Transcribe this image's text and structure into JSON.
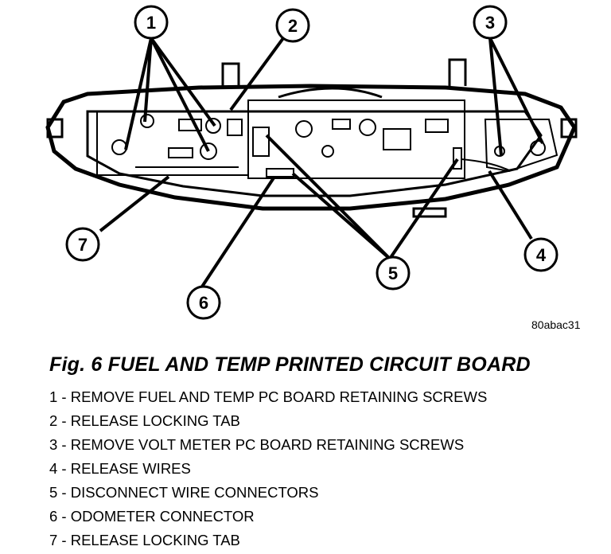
{
  "diagram": {
    "image_id": "80abac31",
    "callouts": [
      {
        "number": "1"
      },
      {
        "number": "2"
      },
      {
        "number": "3"
      },
      {
        "number": "4"
      },
      {
        "number": "5"
      },
      {
        "number": "6"
      },
      {
        "number": "7"
      }
    ]
  },
  "figure": {
    "title": "Fig. 6 FUEL AND TEMP PRINTED CIRCUIT BOARD"
  },
  "legend": [
    "1 - REMOVE FUEL AND TEMP PC BOARD RETAINING SCREWS",
    "2 - RELEASE LOCKING TAB",
    "3 - REMOVE VOLT METER PC BOARD RETAINING SCREWS",
    "4 - RELEASE WIRES",
    "5 - DISCONNECT WIRE CONNECTORS",
    "6 - ODOMETER CONNECTOR",
    "7 - RELEASE LOCKING TAB"
  ]
}
